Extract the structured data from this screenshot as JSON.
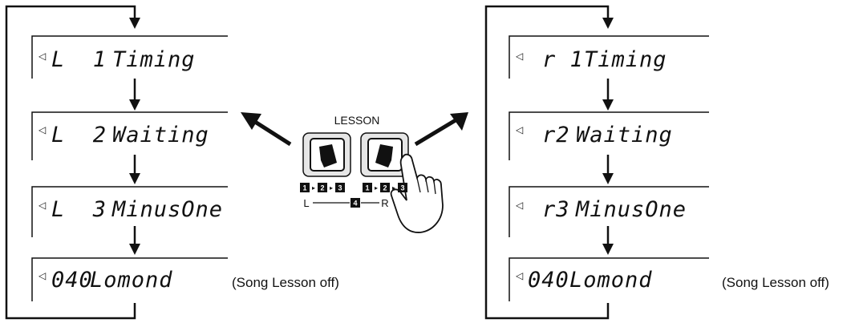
{
  "left_panel": {
    "display_marker": "◁",
    "steps": [
      {
        "code": "L  1",
        "label": "Timing"
      },
      {
        "code": "L  2",
        "label": "Waiting"
      },
      {
        "code": "L  3",
        "label": "MinusOne"
      },
      {
        "code": "040",
        "label": "Lomond"
      }
    ],
    "off_note": "(Song Lesson off)"
  },
  "right_panel": {
    "display_marker": "◁",
    "steps": [
      {
        "code": "r 1",
        "label": "Timing"
      },
      {
        "code": "r2",
        "label": "Waiting"
      },
      {
        "code": "r3",
        "label": "MinusOne"
      },
      {
        "code": "040",
        "label": "Lomond"
      }
    ],
    "off_note": "(Song Lesson off)"
  },
  "lesson_buttons": {
    "title": "LESSON",
    "left_sequence": [
      "1",
      "2",
      "3"
    ],
    "right_sequence": [
      "1",
      "2",
      "3"
    ],
    "left_label": "L",
    "right_label": "R",
    "combined_step": "4"
  }
}
